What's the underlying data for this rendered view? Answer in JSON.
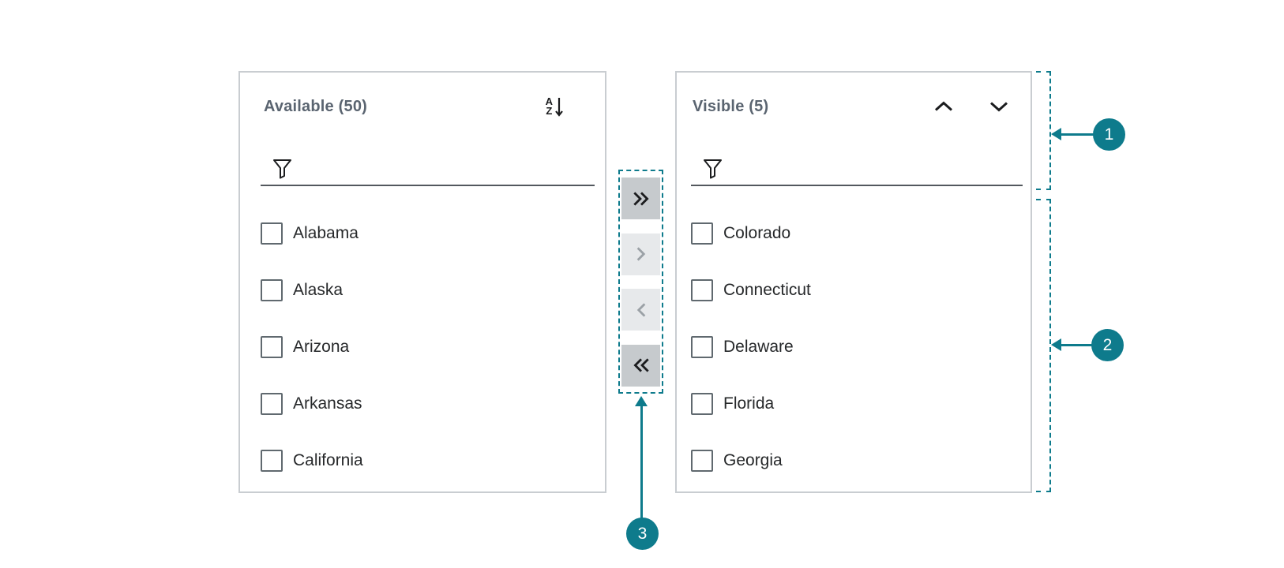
{
  "colors": {
    "accent_teal": "#0E7B8C",
    "panel_border": "#C9CDD1",
    "header_text": "#5A6470",
    "item_text": "#26282A",
    "filter_underline": "#53585E",
    "checkbox_border": "#60696F",
    "button_enabled_bg": "#C6CACD",
    "button_disabled_bg": "#E7E9EB",
    "icon_enabled": "#1B1C1E",
    "icon_disabled": "#9BA1A6"
  },
  "panels": {
    "available": {
      "title": "Available (50)",
      "filter_value": "",
      "items": [
        "Alabama",
        "Alaska",
        "Arizona",
        "Arkansas",
        "California"
      ]
    },
    "visible": {
      "title": "Visible (5)",
      "filter_value": "",
      "items": [
        "Colorado",
        "Connecticut",
        "Delaware",
        "Florida",
        "Georgia"
      ]
    }
  },
  "sort_icon": {
    "top": "A",
    "bottom": "Z"
  },
  "icons": {
    "sort": "sort-az-descending-icon",
    "filter": "funnel-icon",
    "move_up": "chevron-up-icon",
    "move_down": "chevron-down-icon",
    "move_all_right": "double-chevron-right-icon",
    "move_right": "chevron-right-icon",
    "move_left": "chevron-left-icon",
    "move_all_left": "double-chevron-left-icon"
  },
  "transfer_buttons": [
    {
      "name": "move-all-right",
      "icon": "double-chevron-right-icon",
      "enabled": true
    },
    {
      "name": "move-right",
      "icon": "chevron-right-icon",
      "enabled": false
    },
    {
      "name": "move-left",
      "icon": "chevron-left-icon",
      "enabled": false
    },
    {
      "name": "move-all-left",
      "icon": "double-chevron-left-icon",
      "enabled": true
    }
  ],
  "badges": [
    {
      "label": "1"
    },
    {
      "label": "2"
    },
    {
      "label": "3"
    }
  ]
}
